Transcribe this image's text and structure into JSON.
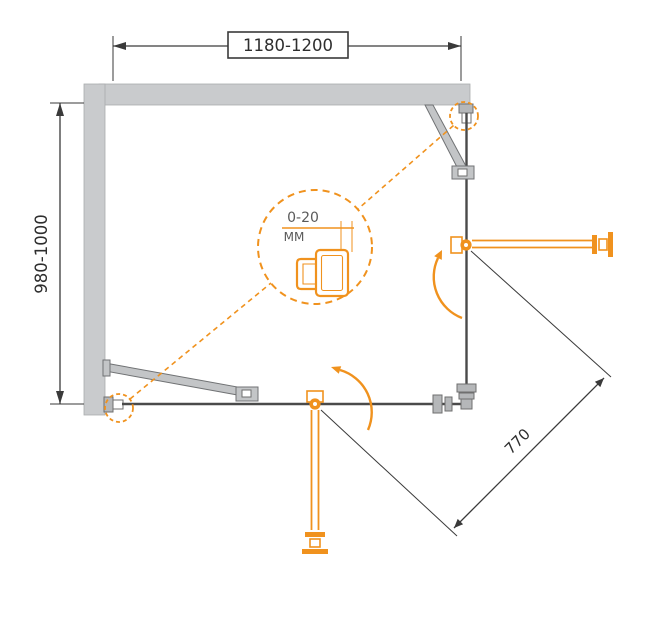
{
  "drawing": {
    "type": "shower-enclosure-plan-technical-drawing",
    "labels": {
      "width_range": "1180-1200",
      "depth_range": "980-1000",
      "door_width": "770",
      "adjustment_range": "0-20",
      "adjustment_unit": "ММ"
    },
    "colors": {
      "accent_orange": "#F0921E",
      "wall_gray": "#C9CBCD",
      "line_dark": "#3A3A3A"
    }
  }
}
